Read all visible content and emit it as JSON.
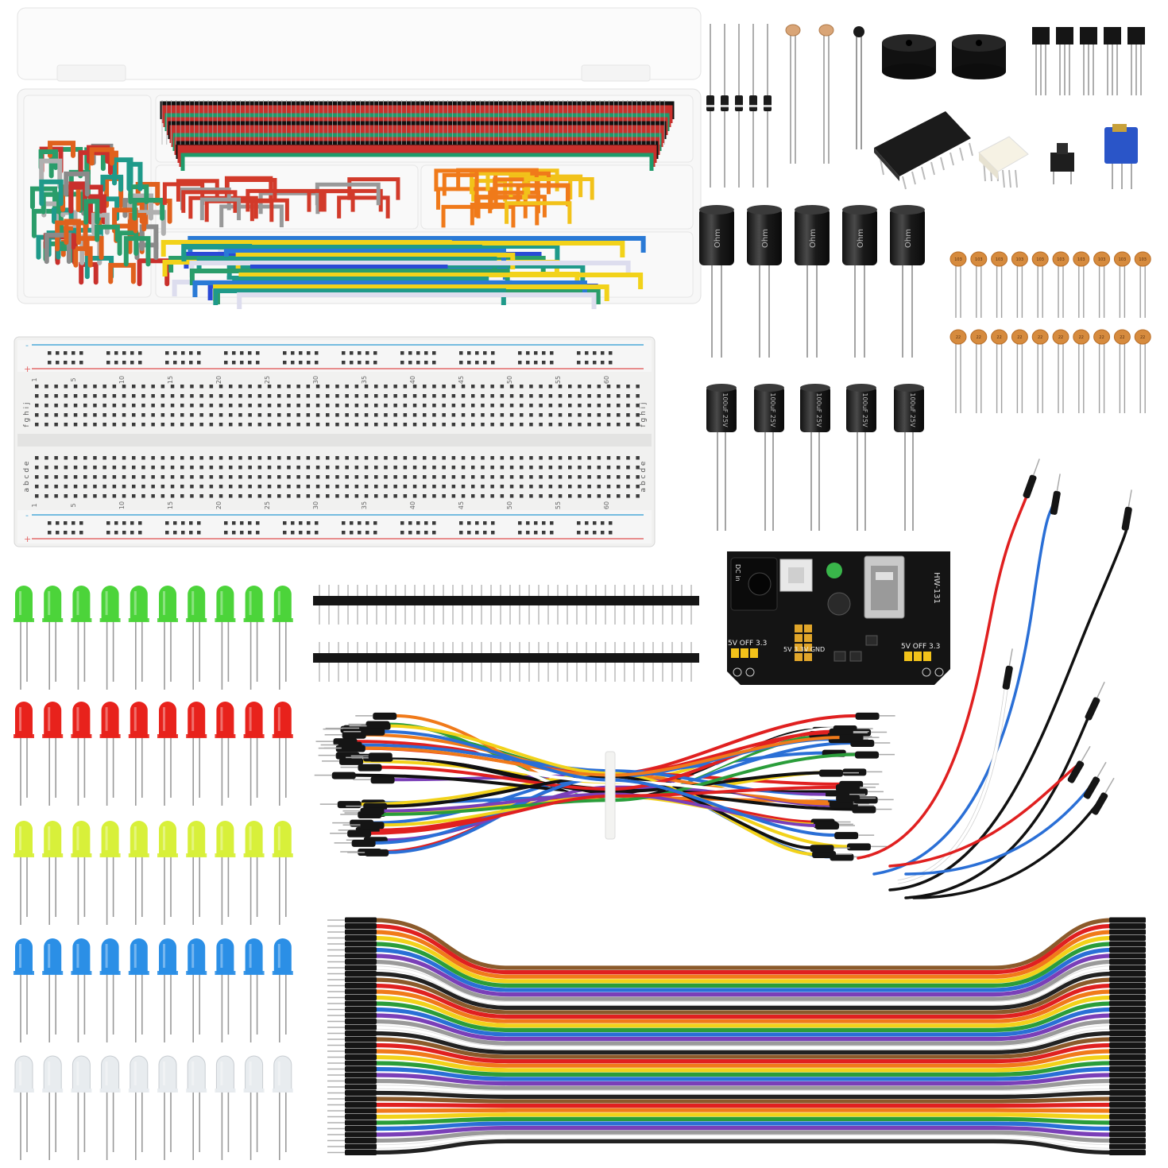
{
  "breadboard": {
    "col_numbers": [
      "1",
      "5",
      "10",
      "15",
      "20",
      "25",
      "30",
      "35",
      "40",
      "45",
      "50",
      "55",
      "60"
    ],
    "rows_top": "f g h i j",
    "rows_bottom": "a b c d e",
    "rail_plus": "+",
    "rail_minus": "-"
  },
  "power_module": {
    "model": "HW-131",
    "dc_in": "DC in",
    "jumper_left": [
      "5V",
      "OFF",
      "3.3"
    ],
    "jumper_right": [
      "5V",
      "OFF",
      "3.3"
    ],
    "header_labels": [
      "5V",
      "3.3V",
      "GND"
    ]
  },
  "capacitor_large": {
    "brand": "Ohm"
  },
  "capacitor_small": {
    "rating": "100uF 25V"
  },
  "ceramic_caps": {
    "top_code": "103",
    "bottom_code": "22"
  },
  "colors": {
    "led_green": "#4cd43a",
    "led_red": "#e8221c",
    "led_yellow": "#d8f03a",
    "led_blue": "#2b8fe6",
    "led_clear": "#e8ecef",
    "ribbon": [
      "#8b5a2b",
      "#e02020",
      "#f07a1a",
      "#f2d21a",
      "#2a9d3a",
      "#2a6fd6",
      "#7a3fb8",
      "#9a9a9a",
      "#ffffff",
      "#222222"
    ]
  }
}
